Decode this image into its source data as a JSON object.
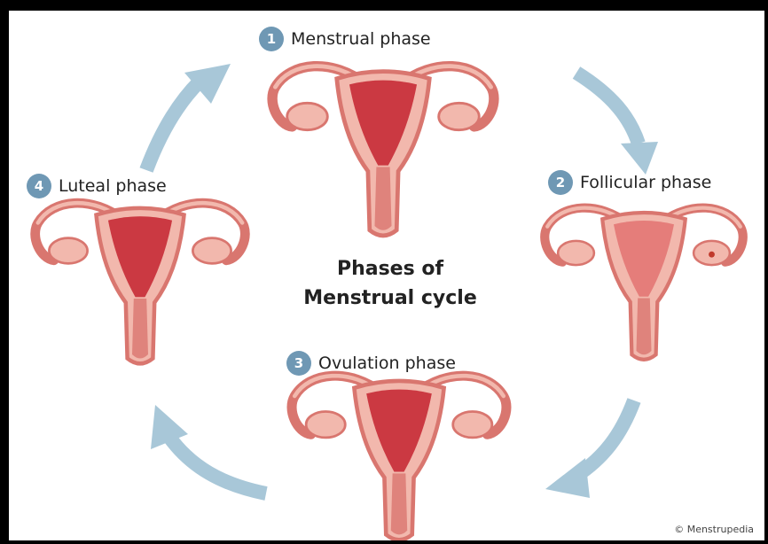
{
  "title_line1": "Phases of",
  "title_line2": "Menstrual cycle",
  "phases": [
    {
      "number": "1",
      "label": "Menstrual phase"
    },
    {
      "number": "2",
      "label": "Follicular phase"
    },
    {
      "number": "3",
      "label": "Ovulation phase"
    },
    {
      "number": "4",
      "label": "Luteal phase"
    }
  ],
  "credit": "© Menstrupedia",
  "colors": {
    "uterus_outer": "#d9766f",
    "uterus_fill": "#f2b8ad",
    "lining": "#c8323c",
    "arrow": "#a8c7d8",
    "badge": "#6f98b4"
  }
}
